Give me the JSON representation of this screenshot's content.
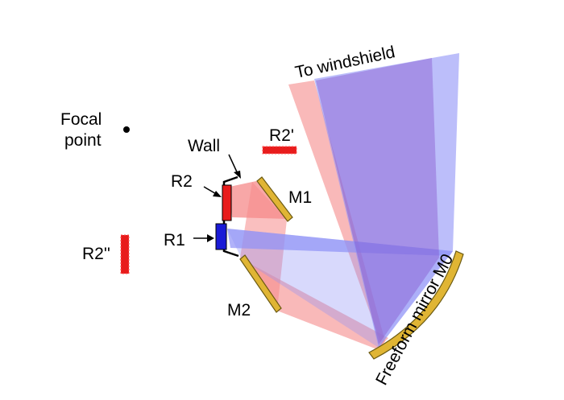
{
  "labels": {
    "to_windshield": "To windshield",
    "focal_line1": "Focal",
    "focal_line2": "point",
    "wall": "Wall",
    "r2": "R2",
    "r1": "R1",
    "r2_prime": "R2'",
    "r2_double_prime": "R2''",
    "m1": "M1",
    "m2": "M2",
    "freeform": "Freeform mirror M0"
  },
  "colors": {
    "red_beam": "#f58a8a",
    "blue_beam": "#8f92f7",
    "mirror_fill": "#e0b534",
    "mirror_stroke": "#6b5a12",
    "r1_display": "#1a1ad6",
    "r2_display": "#e81c1c",
    "wall": "#000000"
  }
}
